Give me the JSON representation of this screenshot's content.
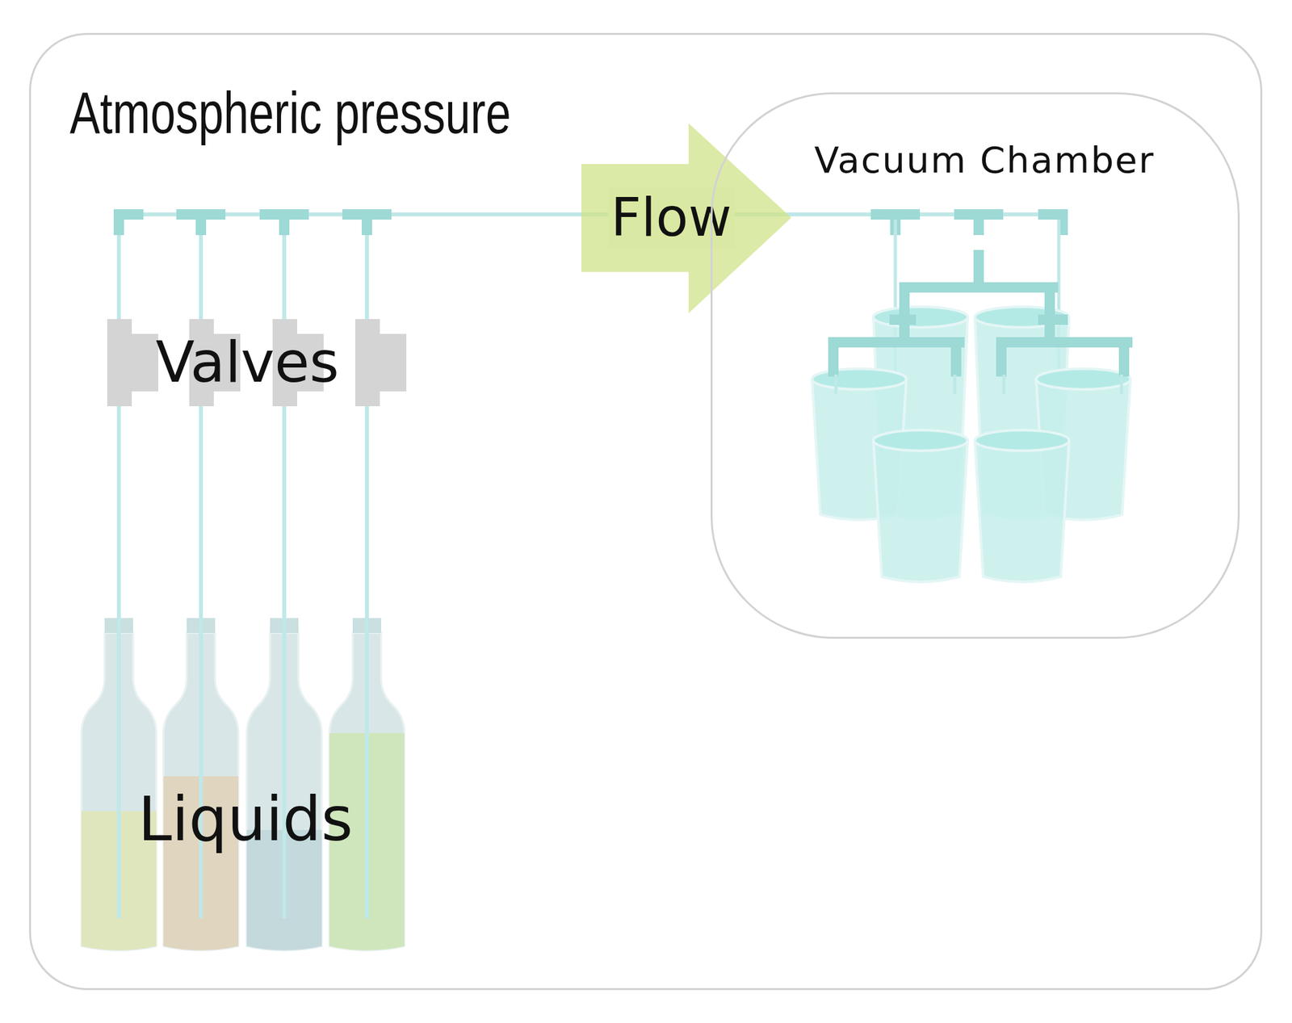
{
  "diagram": {
    "nodes": [
      {
        "text": [
          "Atmospheric pressure"
        ]
      },
      {
        "text": [
          "Flow"
        ],
        "in": 0
      },
      {
        "text": [
          "Vacuum Chamber"
        ],
        "in": 0
      }
    ],
    "labels": [
      "Valves",
      "Liquids"
    ]
  }
}
